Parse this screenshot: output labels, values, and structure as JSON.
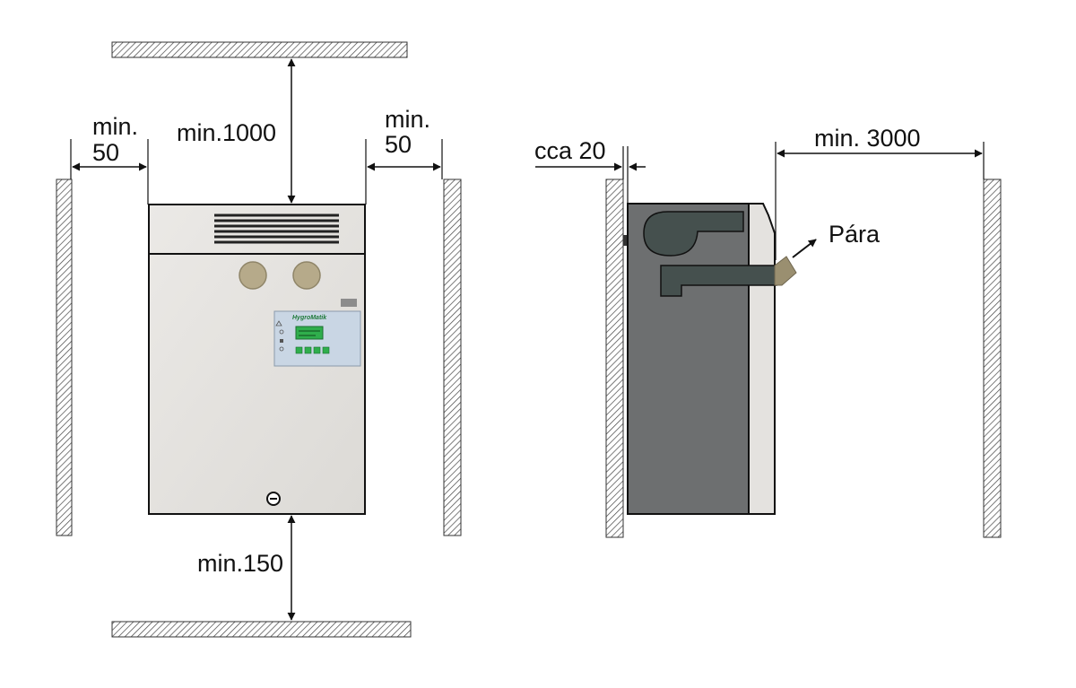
{
  "front_view": {
    "top_clearance": "min.1000",
    "left_clearance_line1": "min.",
    "left_clearance_line2": "50",
    "right_clearance_line1": "min.",
    "right_clearance_line2": "50",
    "bottom_clearance": "min.150",
    "brand": "HygroMatik"
  },
  "side_view": {
    "wall_gap": "cca 20",
    "front_clearance": "min. 3000",
    "steam_label": "Pára"
  },
  "colors": {
    "unit_body": "#e4e2df",
    "unit_interior": "#6d6f70",
    "steam_path": "#45504e",
    "steam_nozzle": "#9a8f70",
    "panel_face": "#c9d6e4",
    "display": "#2fae4c",
    "port": "#b6aa8a"
  }
}
